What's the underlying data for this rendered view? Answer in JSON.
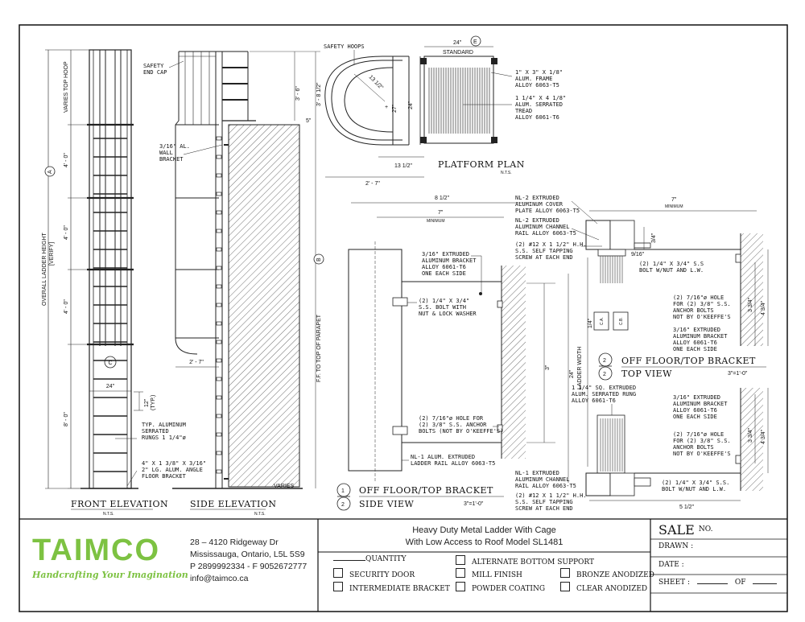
{
  "company": {
    "logo_text": "TAIMCO",
    "tagline": "Handcrafting Your Imagination",
    "address1": "28 – 4120 Ridgeway Dr",
    "address2": "Mississauga, Ontario, L5L 5S9",
    "phone": "P 2899992334 - F 9052672777",
    "email": "info@taimco.ca",
    "brand_green": "#7dc242",
    "brand_blue": "#1c75bc"
  },
  "title": {
    "line1": "Heavy Duty Metal Ladder With Cage",
    "line2": "With Low Access to Roof Model SL1481"
  },
  "options": {
    "quantity": "QUANTITY",
    "security_door": "SECURITY DOOR",
    "intermediate_bracket": "INTERMEDIATE BRACKET",
    "alternate_bottom_support": "ALTERNATE BOTTOM SUPPORT",
    "mill_finish": "MILL FINISH",
    "powder_coating": "POWDER COATING",
    "bronze_anodized": "BRONZE ANODIZED",
    "clear_anodized": "CLEAR ANODIZED"
  },
  "sale_block": {
    "sale": "SALE",
    "no": "NO.",
    "drawn": "DRAWN  :",
    "date": "DATE  :",
    "sheet": "SHEET  :",
    "of": "OF"
  },
  "views": {
    "front_elevation": "FRONT ELEVATION",
    "side_elevation": "SIDE ELEVATION",
    "platform_plan": "PLATFORM PLAN",
    "nts": "N.T.S.",
    "side_view_line1": "OFF FLOOR/TOP BRACKET",
    "side_view_line2": "SIDE VIEW",
    "top_view_line1": "OFF FLOOR/TOP BRACKET",
    "top_view_line2": "TOP VIEW",
    "scale": "3\"=1'-0\"",
    "num1": "1",
    "num2": "2"
  },
  "dims": {
    "varies_top_hoop": "VARIES TOP HOOP",
    "four_0": "4' - 0\"",
    "eight_0": "8' - 0\"",
    "overall_height": "OVERALL LADDER HEIGHT",
    "verify": "[VERIFY]",
    "ff_parapet": "F.F. TO TOP OF PARAPET",
    "twentyfour": "24\"",
    "twelve": "12\"",
    "typ": "(TYP.)",
    "two_seven": "2' - 7\"",
    "three_six": "3' - 6\"",
    "three_eight": "3' - 8 1/2\"",
    "five": "5\"",
    "varies": "VARIES",
    "standard": "STANDARD",
    "thirteen_half": "13 1/2\"",
    "twentyseven": "27\"",
    "eight_half": "8 1/2\"",
    "seven": "7\"",
    "minimum": "MINIMUM",
    "three": "3\"",
    "three_quarter": "3/4\"",
    "nine_sixteen": "9/16\"",
    "three_three_quarter": "3 3/4\"",
    "four_three_quarter": "4 3/4\"",
    "five_half": "5 1/2\"",
    "ladder_width": "LADDER WIDTH",
    "quarter": "1/4\"",
    "c_a": "C.A.",
    "c_b": "C.B."
  },
  "notes": {
    "safety_end_cap": "SAFETY END CAP",
    "wall_bracket": "3/16\" AL. WALL BRACKET",
    "rungs": "TYP. ALUMINUM SERRATED RUNGS 1 1/4\"ø",
    "floor_bracket": "4\" X 1 3/8\" X 3/16\" 2\" LG. ALUM. ANGLE FLOOR BRACKET",
    "safety_hoops": "SAFETY HOOPS",
    "frame": "1\" X 3\" X 1/8\" ALUM. FRAME ALLOY 6063-T5",
    "tread": "1 1/4\" X 4 1/8\" ALUM. SERRATED TREAD ALLOY 6061-T6",
    "nl2_cover": "NL-2 EXTRUDED ALUMINUM COVER PLATE ALLOY 6063-T5",
    "nl2_rail": "NL-2 EXTRUDED ALUMINUM CHANNEL RAIL ALLOY 6063-T5",
    "screw": "(2) #12 X 1 1/2\" H.H. S.S. SELF TAPPING SCREW AT EACH END",
    "bolt_nut": "(2) 1/4\" X 3/4\" S.S BOLT W/NUT AND L.W.",
    "hole_anchor": "(2) 7/16\"ø HOLE FOR (2) 3/8\" S.S. ANCHOR BOLTS NOT BY O'KEEFFE'S",
    "bracket": "3/16\" EXTRUDED ALUMINUM BRACKET ALLOY 6061-T6 ONE EACH SIDE",
    "sq_rung": "1 1/4\" SQ. EXTRUDED ALUM. SERRATED RUNG ALLOY 6061-T6",
    "sv_bracket": "3/16\" EXTRUDED ALUMINUM BRACKET ALLOY 6061-T6 ONE EACH SIDE",
    "sv_bolt": "(2) 1/4\" X 3/4\" S.S. BOLT WITH NUT & LOCK WASHER",
    "sv_hole": "(2) 7/16\"ø HOLE FOR (2) 3/8\" S.S. ANCHOR BOLTS (NOT BY O'KEEFFE'S)",
    "nl1_rail": "NL-1 ALUM. EXTRUDED LADDER RAIL ALLOY 6063-T5",
    "nl1_channel": "NL-1 EXTRUDED ALUMINUM CHANNEL RAIL ALLOY 6063-T5"
  },
  "labels": {
    "A": "A",
    "B": "B",
    "C": "C",
    "E": "E"
  }
}
